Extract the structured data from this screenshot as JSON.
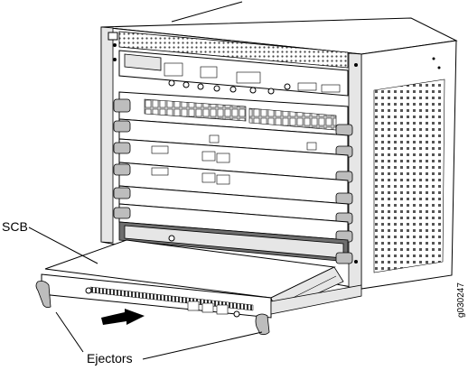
{
  "labels": {
    "scb": "SCB",
    "ejectors": "Ejectors"
  },
  "figure_id": "g030247"
}
